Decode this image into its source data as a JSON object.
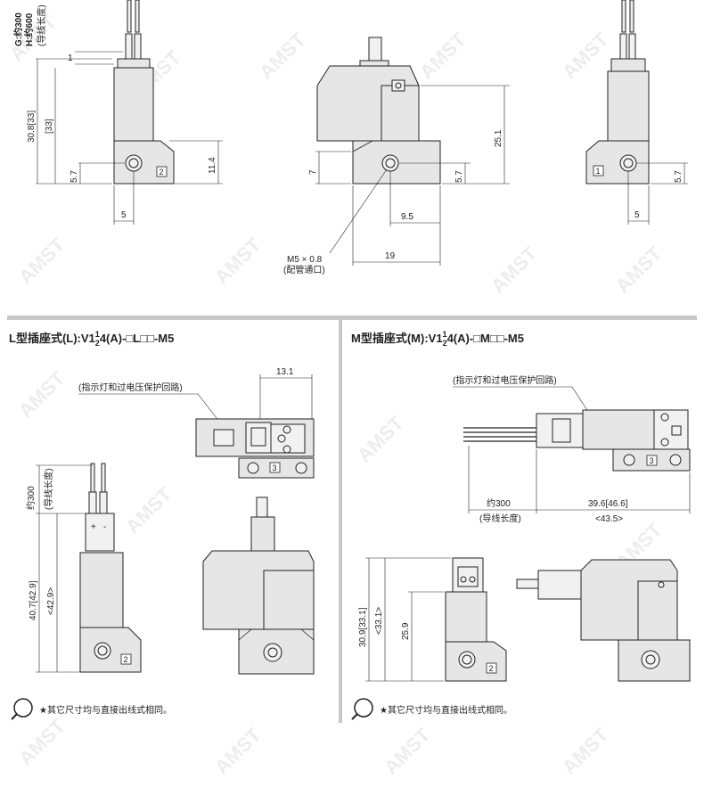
{
  "top": {
    "wire_len": "G:约300\nH:约600",
    "wire_note": "(导线长度)",
    "d_1": "1",
    "d_30_8": "30.8[33]",
    "d_33": "[33]",
    "d_5_7a": "5.7",
    "d_11_4": "11.4",
    "d_5a": "5",
    "badge_2": "2",
    "d_7": "7",
    "d_25_1": "25.1",
    "d_5_7b": "5.7",
    "d_9_5": "9.5",
    "d_19": "19",
    "port": "M5 × 0.8",
    "port_note": "(配管通口)",
    "badge_1": "1",
    "d_5_7c": "5.7",
    "d_5b": "5"
  },
  "left_panel": {
    "title": "L型插座式(L):V1",
    "frac_top": "1",
    "frac_bot": "2",
    "title_tail": "4(A)-□L□□-M5",
    "note_lamp": "(指示灯和过电压保护回路)",
    "d_13_1": "13.1",
    "badge_3": "3",
    "wire_len": "约300",
    "wire_note": "(导线长度)",
    "d_40_7": "40.7[42.9]",
    "d_42_9": "<42.9>",
    "badge_2": "2",
    "footnote": "★其它尺寸均与直接出线式相同。"
  },
  "right_panel": {
    "title": "M型插座式(M):V1",
    "frac_top": "1",
    "frac_bot": "2",
    "title_tail": "4(A)-□M□□-M5",
    "note_lamp": "(指示灯和过电压保护回路)",
    "badge_3": "3",
    "wire_len": "约300",
    "wire_note": "(导线长度)",
    "d_39_6": "39.6[46.6]",
    "d_43_5": "<43.5>",
    "d_30_9": "30.9[33.1]",
    "d_33_1": "<33.1>",
    "d_25_9": "25.9",
    "badge_2": "2",
    "footnote": "★其它尺寸均与直接出线式相同。"
  },
  "watermark": "AMST"
}
